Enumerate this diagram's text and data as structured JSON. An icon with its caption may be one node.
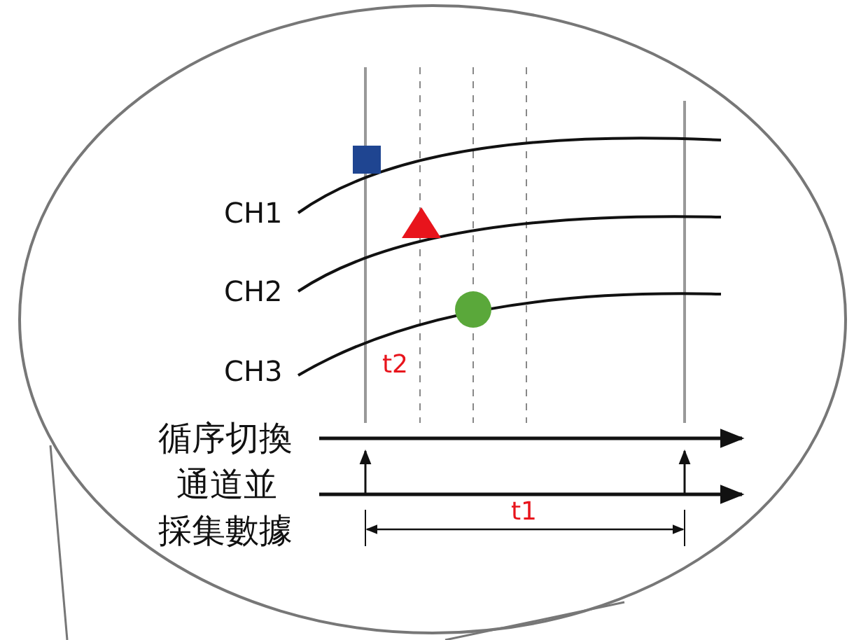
{
  "diagram": {
    "labels": [
      "CH1",
      "CH2",
      "CH3",
      "t2",
      "循序切換",
      "通道並",
      "採集數據",
      "t1"
    ]
  }
}
